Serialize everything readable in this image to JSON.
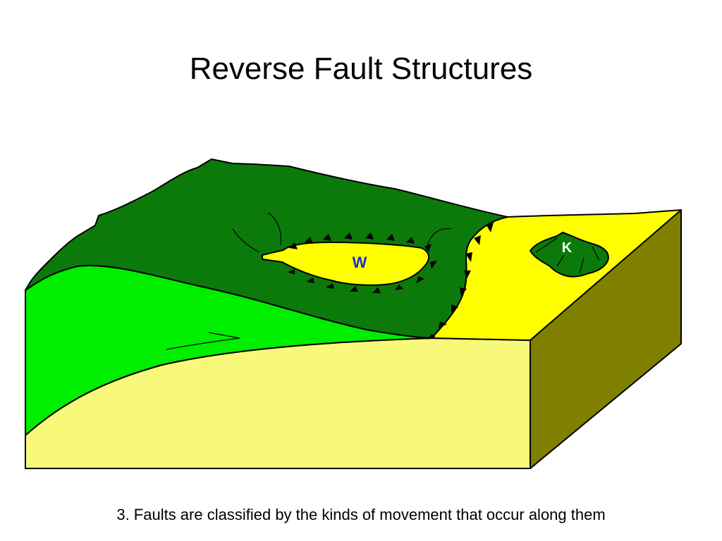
{
  "slide": {
    "title": "Reverse Fault Structures",
    "caption": "3. Faults are classified by the kinds of movement that occur along them"
  },
  "diagram": {
    "window_label": "W",
    "klippe_label": "K",
    "colors": {
      "thrust_sheet": "#0b7a0b",
      "footwall_surface": "#ffff00",
      "bright_green_layer": "#00ee00",
      "pale_yellow_layer": "#f8f87a",
      "block_side": "#808000",
      "window_label": "#1a2fcc",
      "klippe_label": "#ffffff"
    }
  }
}
